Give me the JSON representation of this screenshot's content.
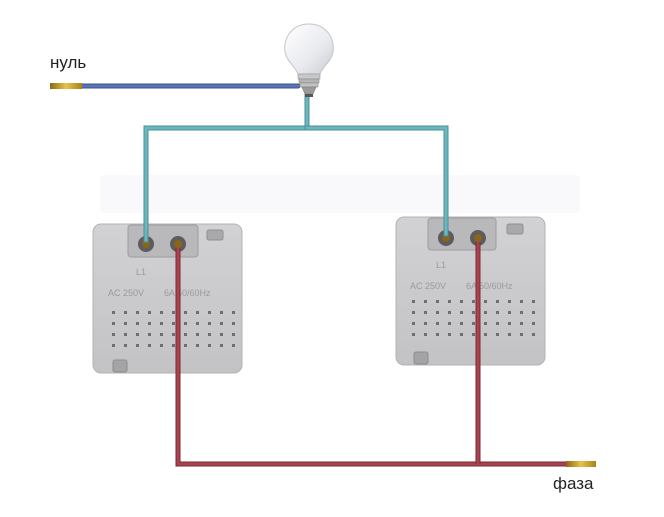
{
  "labels": {
    "neutral": "нуль",
    "phase": "фаза"
  },
  "colors": {
    "neutral_wire": "#5b74b6",
    "switched_wire": "#6cb6be",
    "phase_wire": "#a8434f",
    "switch_body": "#c8c8ca",
    "terminal": "#6e6e70"
  },
  "switches": [
    {
      "name": "switch-left",
      "markings": [
        "L1",
        "AC 250V",
        "6A 50/60Hz"
      ]
    },
    {
      "name": "switch-right",
      "markings": [
        "L1",
        "AC 250V",
        "6A 50/60Hz"
      ]
    }
  ],
  "icons": [
    "light-bulb-icon"
  ]
}
